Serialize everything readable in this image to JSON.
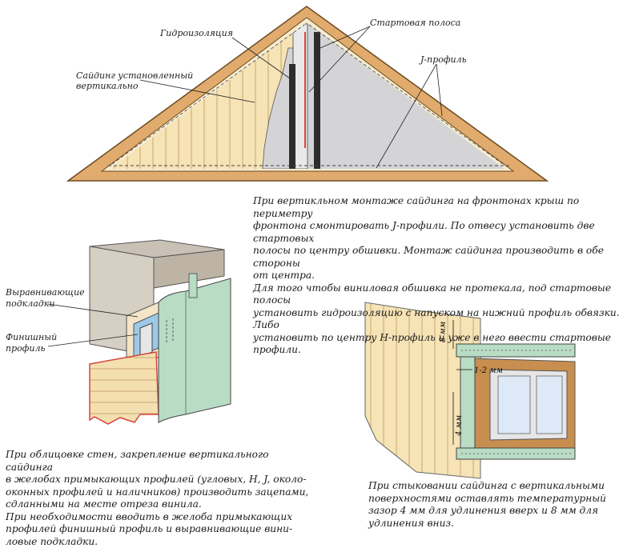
{
  "gable": {
    "labels": {
      "waterproofing": "Гидроизоляция",
      "starter_strip": "Стартовая полоса",
      "j_profile": "J-профиль",
      "siding_vertical_1": "Сайдинг установленный",
      "siding_vertical_2": "вертикально"
    },
    "caption": [
      "При вертикльном монтаже сайдинга на фронтонах крыш по периметру\nфронтона смонтировать J-профили. По отвесу установить две стартовых\nполосы по центру обшивки. Монтаж сайдинга производить в обе стороны\nот центра.",
      "Для того чтобы виниловая обшивка не протекала, под стартовые полосы\nустановить гидроизоляцию с напуском на нижний профиль обвязки. Либо\nустановить по центру H-профиль и уже в него ввести стартовые профили."
    ]
  },
  "corner": {
    "labels": {
      "leveling_1": "Выравнивающие",
      "leveling_2": "подкладки",
      "finish_1": "Финишный",
      "finish_2": "профиль"
    },
    "caption": [
      "При облицовке стен, закрепление вертикального сайдинга\nв желобах примыкающих профилей (угловых, H, J, около-\nоконных профилей и наличников) производить зацепами,\nсдланными на месте отреза винила.",
      "При необходимости вводить в желоба примыкающих\nпрофилей финишный профиль и выравнивающие вини-\nловые подкладки."
    ]
  },
  "window": {
    "dimensions": {
      "gap_top": "8 мм",
      "gap_side": "1-2 мм",
      "gap_bottom": "4 мм"
    },
    "caption": [
      "При стыковании сайдинга с вертикальными\nповерхностями оставлять температурный\nзазор 4 мм для удлинения вверх и 8 мм для\nудлинения вниз."
    ]
  },
  "colors": {
    "siding": "#f6e3b6",
    "wood": "#d9a05e",
    "profile_green": "#b9dcc4",
    "membrane_gray": "#d4d4d6",
    "wall_beige": "#d6cfc4",
    "insulation_blue": "#9cc9e8",
    "red_accent": "#d6453e"
  }
}
